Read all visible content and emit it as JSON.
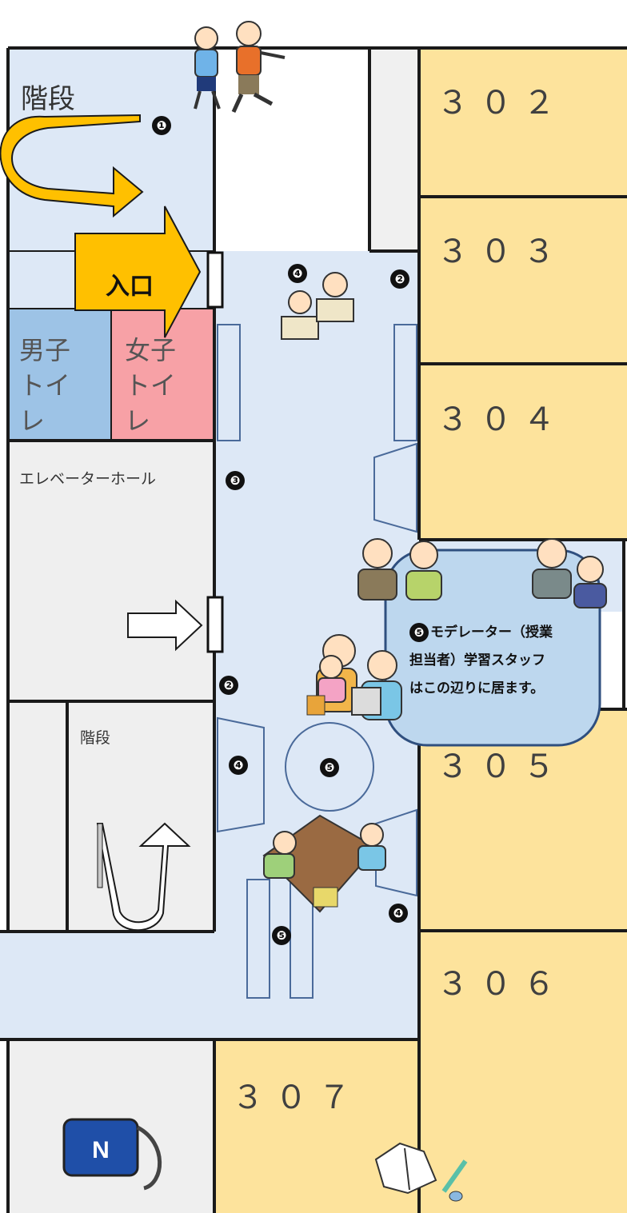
{
  "rooms": {
    "r302": "３０２",
    "r303": "３０３",
    "r304": "３０４",
    "r305": "３０５",
    "r306": "３０６",
    "r307": "３０７"
  },
  "areas": {
    "stairs_top": "階段",
    "stairs_bottom": "階段",
    "mens_toilet": "男子 トイレ",
    "womens_toilet": "女子 トイレ",
    "elevator_hall": "エレベーターホール",
    "entrance": "入口"
  },
  "markers": {
    "m1": "❶",
    "m2a": "❷",
    "m2b": "❷",
    "m3": "❸",
    "m4a": "❹",
    "m4b": "❹",
    "m4c": "❹",
    "m5a": "❺",
    "m5b": "❺",
    "m5c": "❺"
  },
  "note": {
    "line1": "モデレーター（授業",
    "line2": "担当者）学習スタッフ",
    "line3": "はこの辺りに居ます。"
  },
  "colors": {
    "room_yellow": "#fde39c",
    "corridor_blue": "#dde8f6",
    "mens_toilet": "#9dc3e6",
    "womens_toilet": "#f7a1a6",
    "hall_gray": "#efefef",
    "entrance_arrow": "#ffc000",
    "staff_area": "#bdd7ee",
    "wall": "#1a1a1a"
  }
}
